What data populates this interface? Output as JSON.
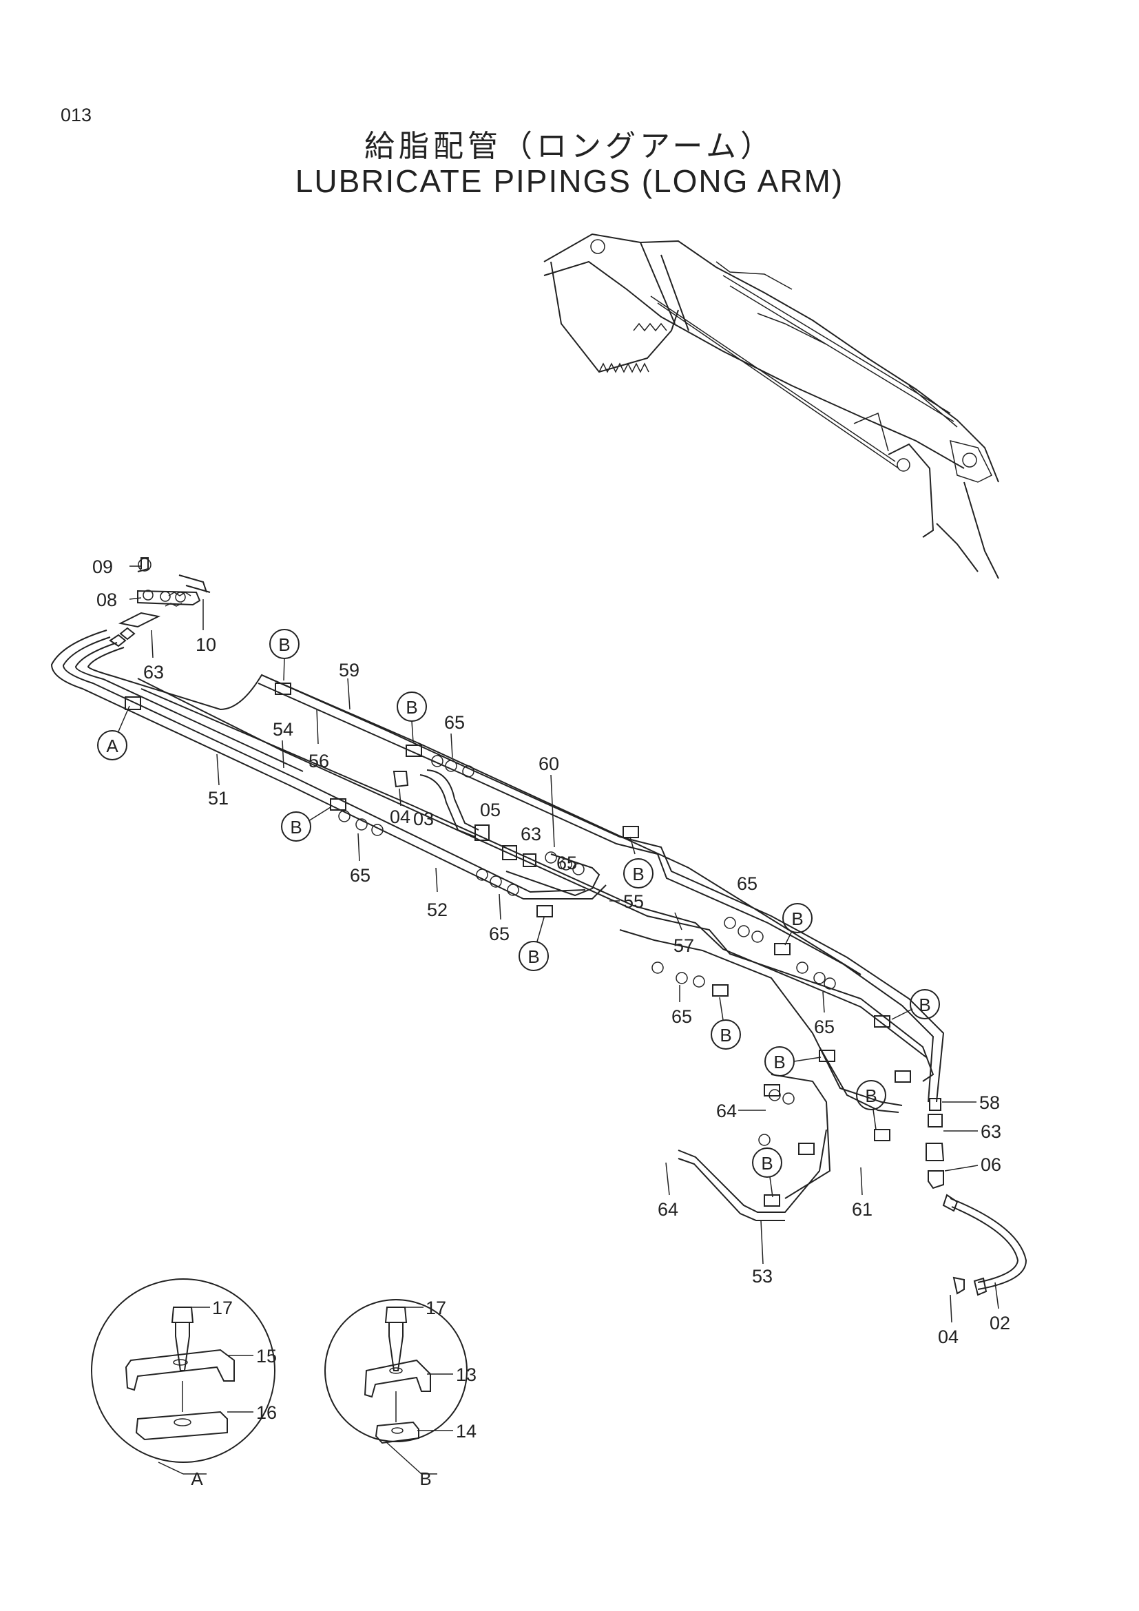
{
  "page": {
    "number": "013",
    "title_ja": "給脂配管（ロングアーム）",
    "title_en": "LUBRICATE PIPINGS (LONG ARM)"
  },
  "detail_views": [
    {
      "key": "A",
      "parts": [
        "17",
        "15",
        "16"
      ]
    },
    {
      "key": "B",
      "parts": [
        "17",
        "13",
        "14"
      ]
    }
  ],
  "ref_marker_letters": [
    "A",
    "B"
  ],
  "part_labels": [
    "09",
    "08",
    "10",
    "63",
    "51",
    "54",
    "56",
    "59",
    "65",
    "04",
    "03",
    "05",
    "63",
    "65",
    "60",
    "65",
    "52",
    "65",
    "55",
    "57",
    "65",
    "65",
    "65",
    "58",
    "63",
    "06",
    "64",
    "64",
    "53",
    "61",
    "04",
    "02"
  ],
  "detail_labels": [
    "17",
    "15",
    "16",
    "17",
    "13",
    "14"
  ],
  "colors": {
    "ink": "#222222",
    "paper": "#ffffff"
  }
}
